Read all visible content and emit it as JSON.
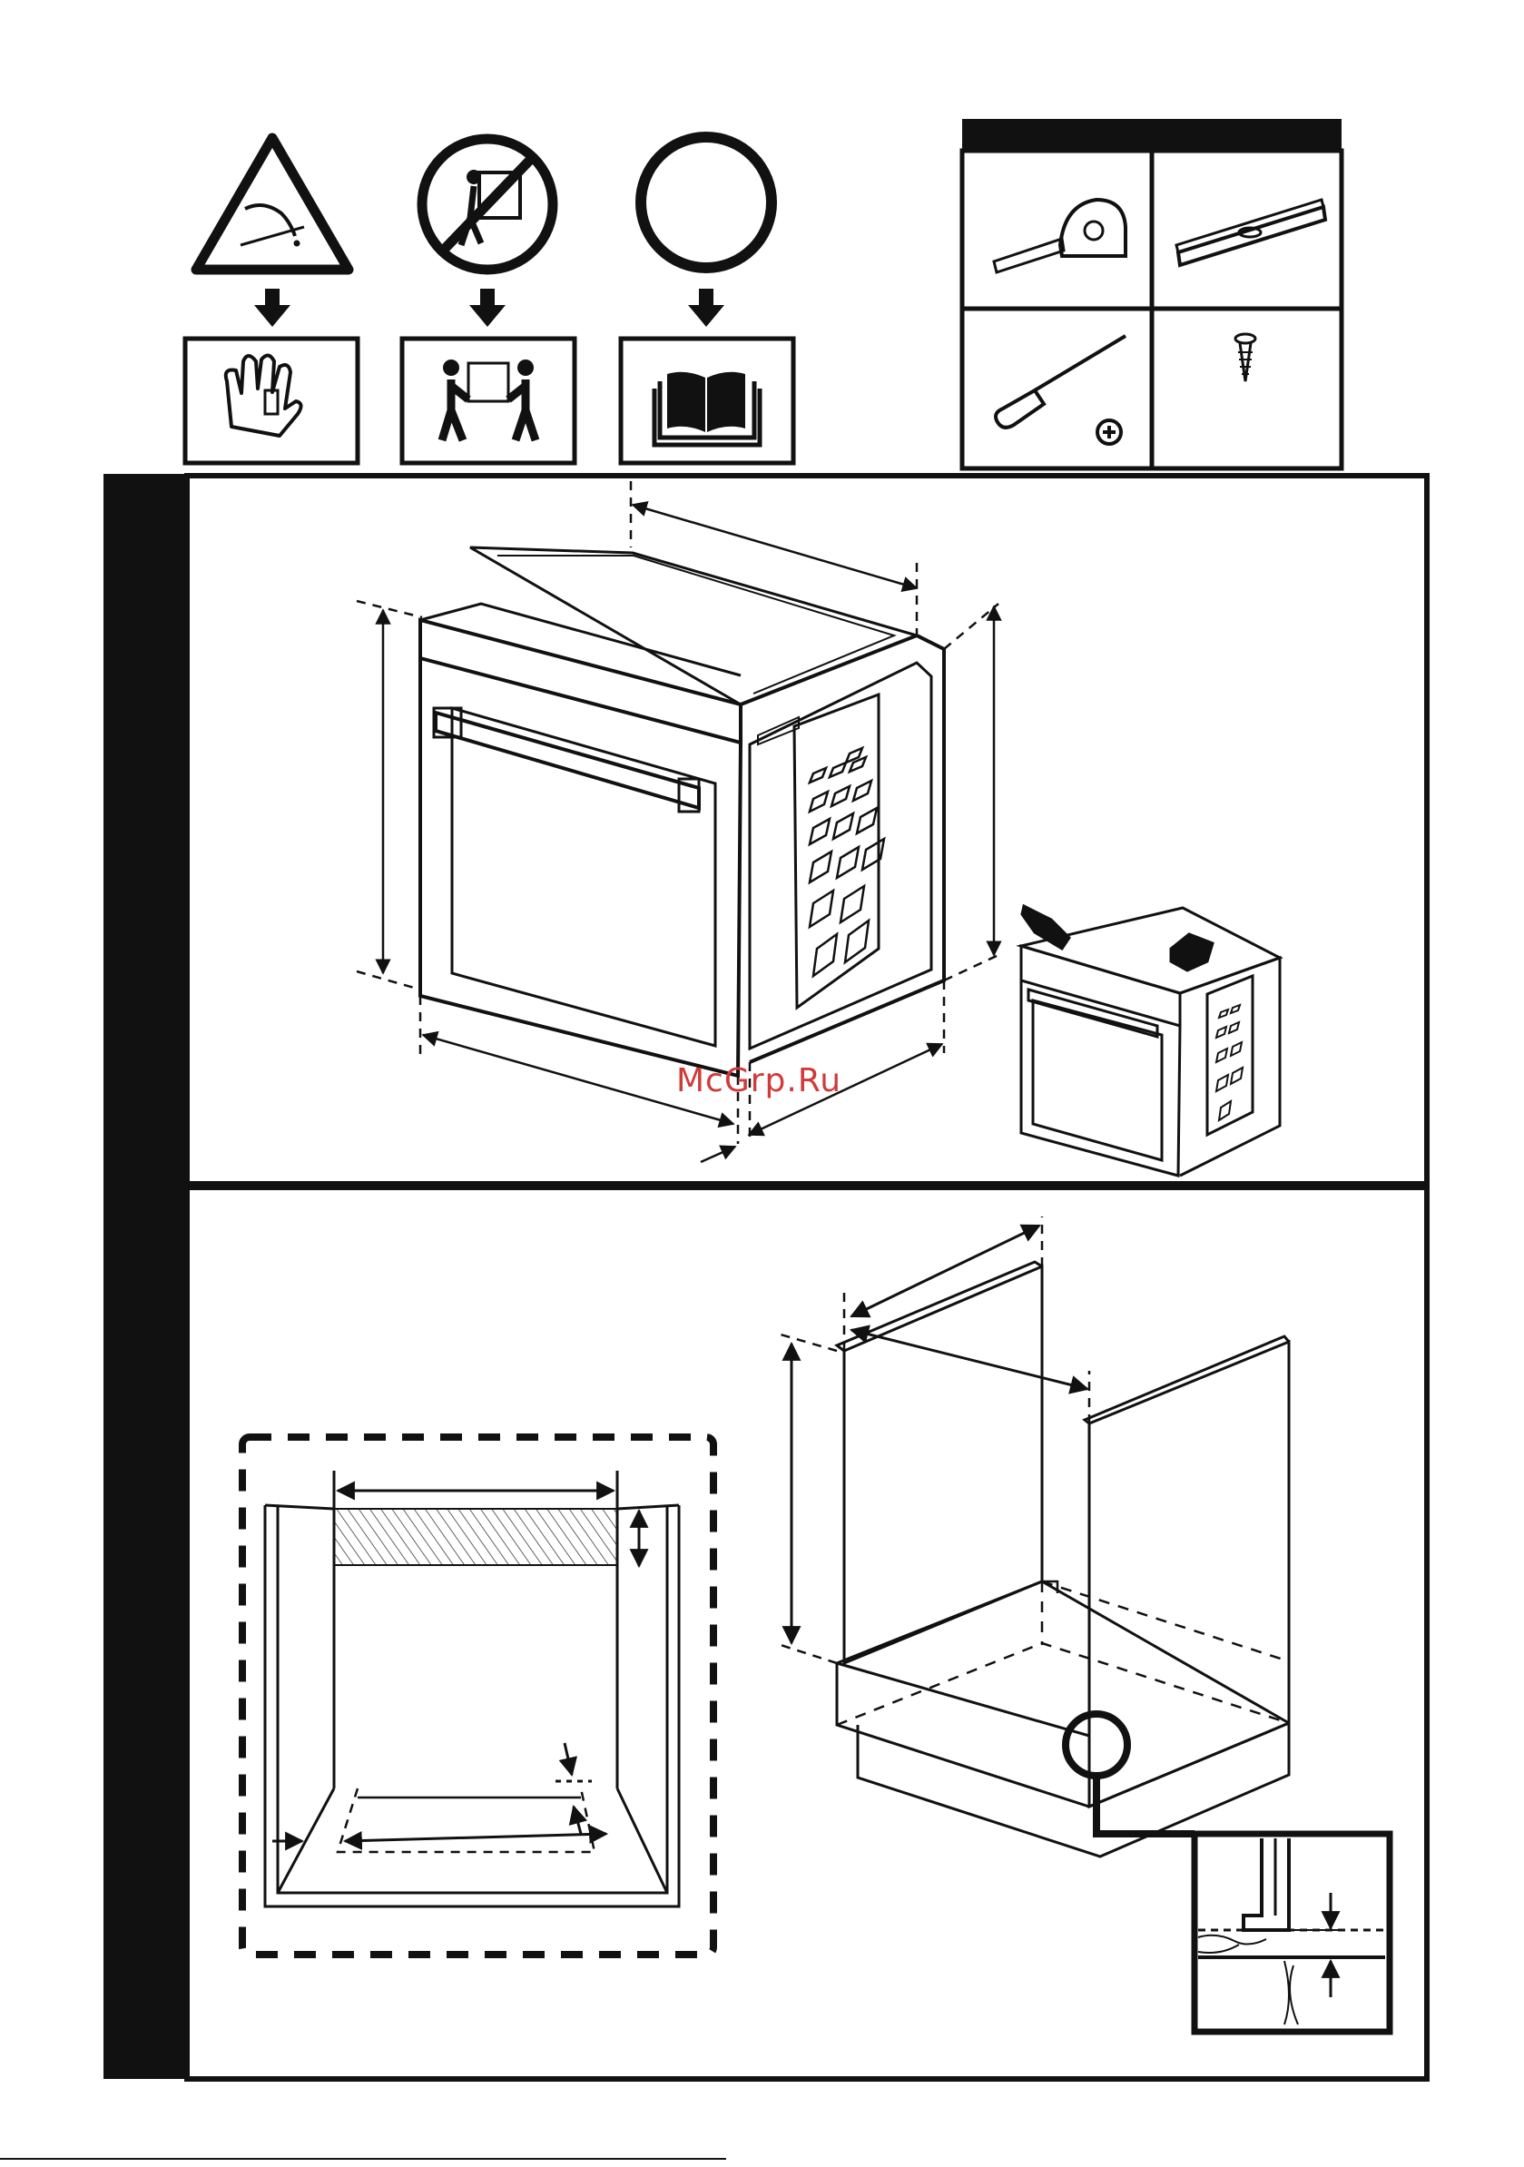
{
  "watermark": "McGrp.Ru",
  "colors": {
    "ink": "#111111",
    "paper": "#ffffff",
    "watermark": "#d23a3a"
  },
  "safety_icons": [
    {
      "name": "sharp-edges-warning-icon",
      "result": "protective-gloves-icon"
    },
    {
      "name": "no-single-person-lift-icon",
      "result": "two-person-lift-icon"
    },
    {
      "name": "read-notice-icon",
      "result": "manual-book-icon"
    }
  ],
  "tools": [
    "tape-measure-icon",
    "spirit-level-icon",
    "phillips-screwdriver-icon",
    "screw-icon"
  ],
  "panels": [
    "oven-dimensions-panel",
    "cabinet-installation-panel"
  ]
}
